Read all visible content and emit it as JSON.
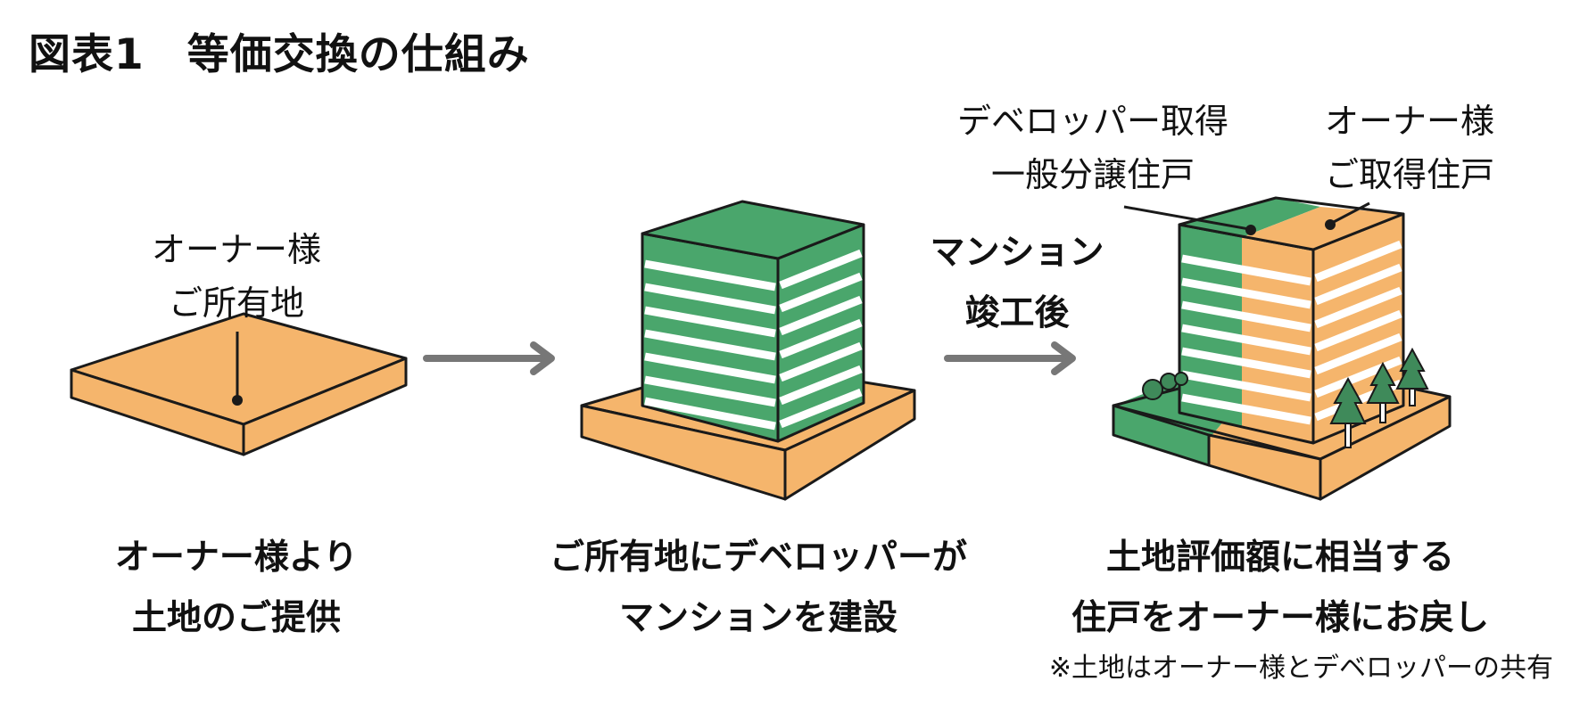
{
  "title": "図表1　等価交換の仕組み",
  "colors": {
    "orange": "#F5B56C",
    "green": "#4AA66C",
    "outline": "#1a1a1a",
    "arrow": "#777777",
    "tree": "#3f8a5a"
  },
  "steps": [
    {
      "pointer_label": [
        "オーナー様",
        "ご所有地"
      ],
      "caption": [
        "オーナー様より",
        "土地のご提供"
      ]
    },
    {
      "caption": [
        "ご所有地にデベロッパーが",
        "マンションを建設"
      ]
    },
    {
      "callout_developer": [
        "デベロッパー取得",
        "一般分譲住戸"
      ],
      "callout_owner": [
        "オーナー様",
        "ご取得住戸"
      ],
      "caption": [
        "土地評価額に相当する",
        "住戸をオーナー様にお戻し"
      ]
    }
  ],
  "arrow_label": [
    "マンション",
    "竣工後"
  ],
  "footnote": "※土地はオーナー様とデベロッパーの共有"
}
